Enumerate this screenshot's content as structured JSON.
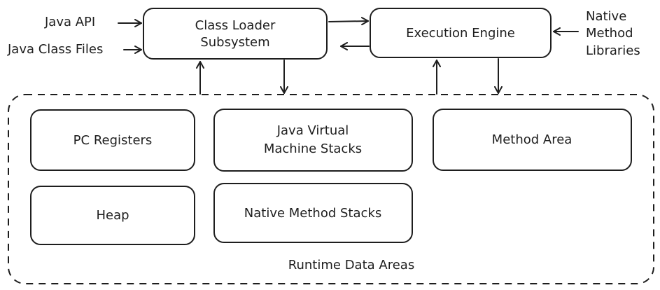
{
  "nodes": {
    "class_loader": {
      "line1": "Class Loader",
      "line2": "Subsystem"
    },
    "execution_engine": {
      "label": "Execution Engine"
    },
    "pc_registers": {
      "label": "PC Registers"
    },
    "jvm_stacks": {
      "line1": "Java Virtual",
      "line2": "Machine Stacks"
    },
    "method_area": {
      "label": "Method Area"
    },
    "heap": {
      "label": "Heap"
    },
    "native_method_stacks": {
      "label": "Native Method Stacks"
    }
  },
  "inputs": {
    "java_api": "Java API",
    "java_class_files": "Java Class Files",
    "native_libraries": {
      "line1": "Native",
      "line2": "Method",
      "line3": "Libraries"
    }
  },
  "region": {
    "label": "Runtime Data Areas"
  }
}
